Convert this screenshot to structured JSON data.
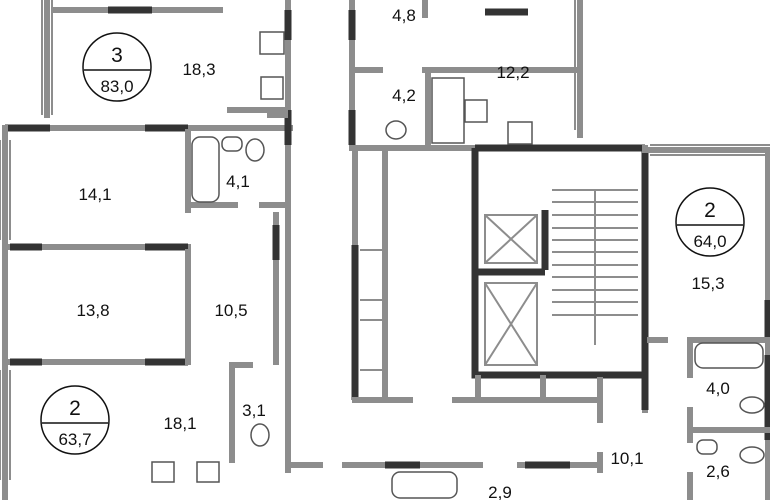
{
  "plan": {
    "apartments": [
      {
        "rooms": "3",
        "area": "83,0"
      },
      {
        "rooms": "2",
        "area": "64,0"
      },
      {
        "rooms": "2",
        "area": "63,7"
      }
    ],
    "room_areas": [
      "18,3",
      "14,1",
      "4,1",
      "13,8",
      "10,5",
      "18,1",
      "3,1",
      "4,8",
      "4,2",
      "12,2",
      "15,3",
      "4,0",
      "10,1",
      "2,6",
      "2,9"
    ],
    "colors": {
      "wall": "#8d8d8d",
      "bearing_wall": "#333333"
    }
  }
}
